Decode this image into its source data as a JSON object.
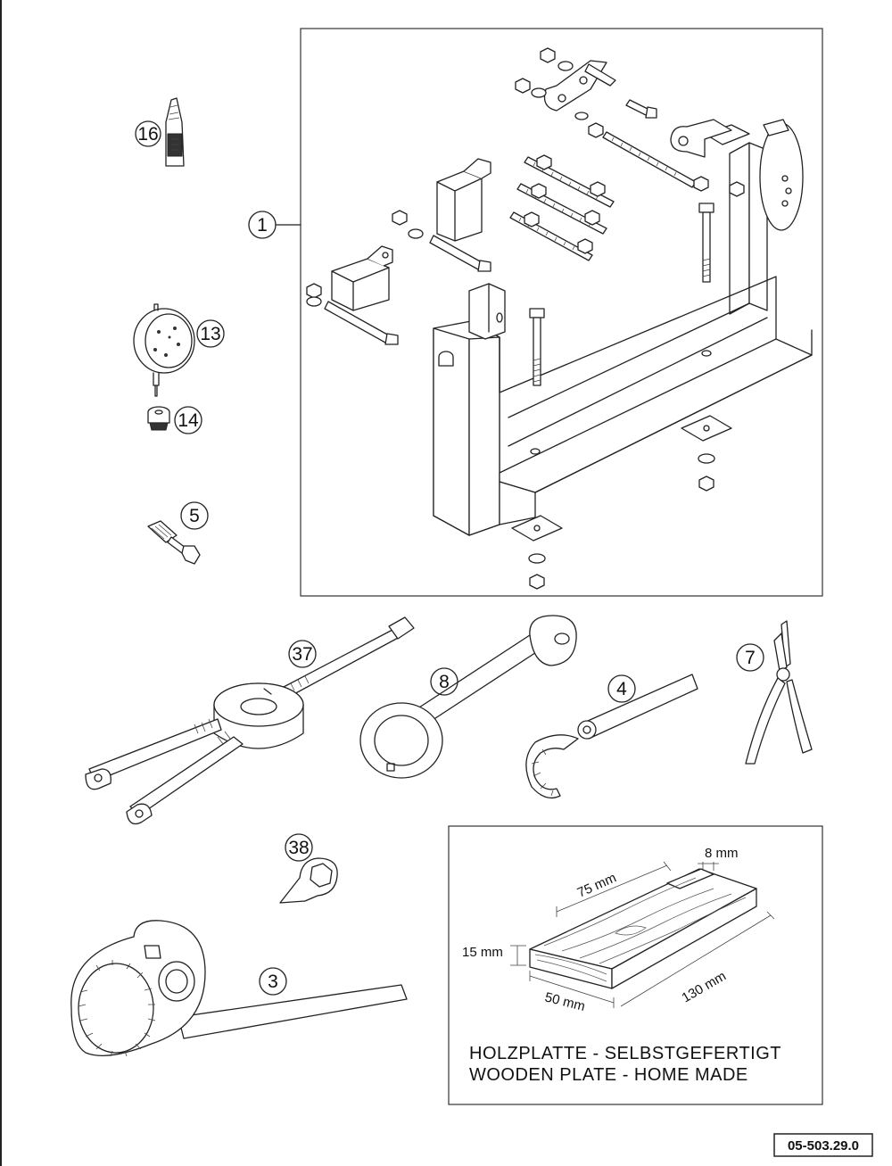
{
  "callouts": {
    "c1": "1",
    "c3": "3",
    "c4": "4",
    "c5": "5",
    "c7": "7",
    "c8": "8",
    "c13": "13",
    "c14": "14",
    "c16": "16",
    "c37": "37",
    "c38": "38"
  },
  "wooden_plate": {
    "dim_75": "75 mm",
    "dim_8": "8 mm",
    "dim_15": "15 mm",
    "dim_130": "130 mm",
    "dim_50": "50 mm",
    "caption_de": "HOLZPLATTE - SELBSTGEFERTIGT",
    "caption_en": "WOODEN PLATE - HOME MADE"
  },
  "document_number": "05-503.29.0"
}
